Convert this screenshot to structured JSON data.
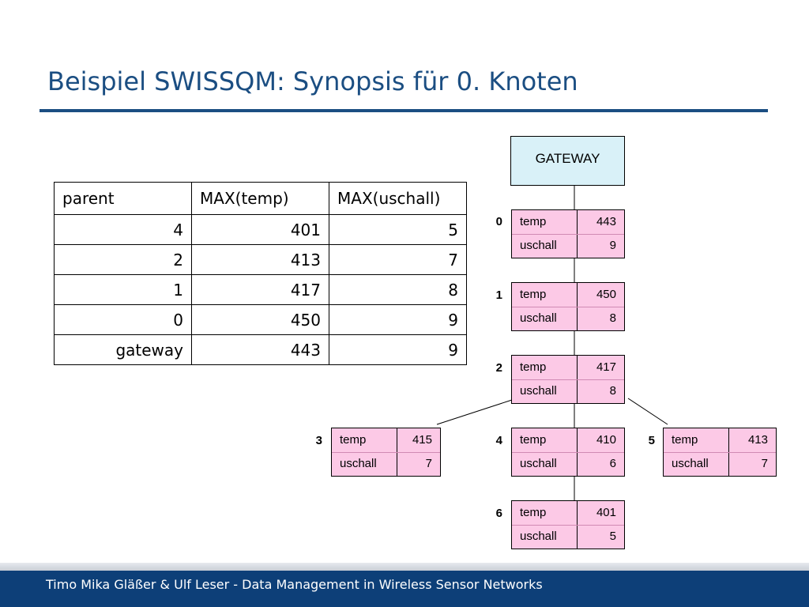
{
  "title": "Beispiel SWISSQM: Synopsis für 0. Knoten",
  "summary_table": {
    "headers": [
      "parent",
      "MAX(temp)",
      "MAX(uschall)"
    ],
    "rows": [
      [
        "4",
        "401",
        "5"
      ],
      [
        "2",
        "413",
        "7"
      ],
      [
        "1",
        "417",
        "8"
      ],
      [
        "0",
        "450",
        "9"
      ],
      [
        "gateway",
        "443",
        "9"
      ]
    ]
  },
  "gateway": {
    "label": "GATEWAY",
    "color": "#d9f1f8"
  },
  "node_row_color": "#fcc9e6",
  "nodes": [
    {
      "id": "0",
      "temp_label": "temp",
      "temp": "443",
      "uschall_label": "uschall",
      "uschall": "9"
    },
    {
      "id": "1",
      "temp_label": "temp",
      "temp": "450",
      "uschall_label": "uschall",
      "uschall": "8"
    },
    {
      "id": "2",
      "temp_label": "temp",
      "temp": "417",
      "uschall_label": "uschall",
      "uschall": "8"
    },
    {
      "id": "3",
      "temp_label": "temp",
      "temp": "415",
      "uschall_label": "uschall",
      "uschall": "7"
    },
    {
      "id": "4",
      "temp_label": "temp",
      "temp": "410",
      "uschall_label": "uschall",
      "uschall": "6"
    },
    {
      "id": "5",
      "temp_label": "temp",
      "temp": "413",
      "uschall_label": "uschall",
      "uschall": "7"
    },
    {
      "id": "6",
      "temp_label": "temp",
      "temp": "401",
      "uschall_label": "uschall",
      "uschall": "5"
    }
  ],
  "footer": {
    "text": "Timo Mika Gläßer & Ulf Leser - Data Management in Wireless Sensor Networks",
    "color": "#0d3f78"
  }
}
